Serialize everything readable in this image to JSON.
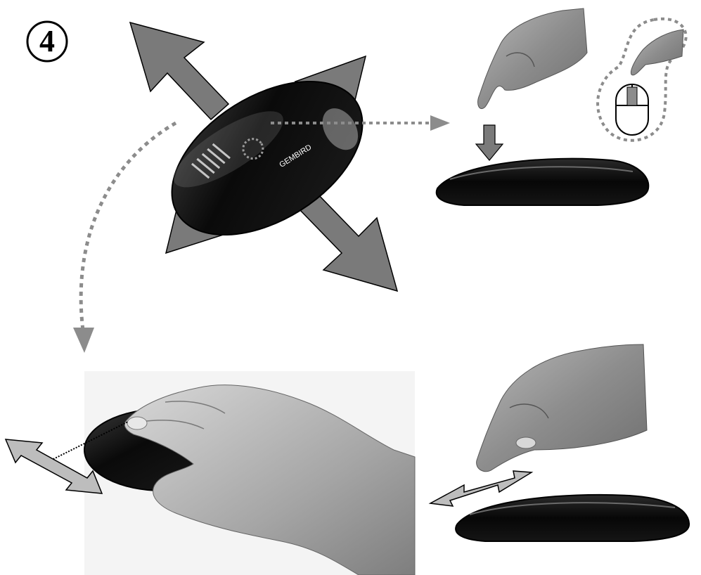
{
  "step": {
    "number": "4"
  },
  "mouse": {
    "logo_text": "GEMBIRD"
  },
  "colors": {
    "arrow_gray": "#7a7a7a",
    "dotted_gray": "#8c8c8c",
    "light_arrow": "#bdbdbd",
    "mouse_black": "#0d0d0d",
    "skin_gray": "#9a9a9a"
  },
  "panels": [
    {
      "name": "touch-scroll-all-directions"
    },
    {
      "name": "tap-to-click"
    },
    {
      "name": "slide-finger-scroll"
    },
    {
      "name": "side-swipe"
    }
  ]
}
